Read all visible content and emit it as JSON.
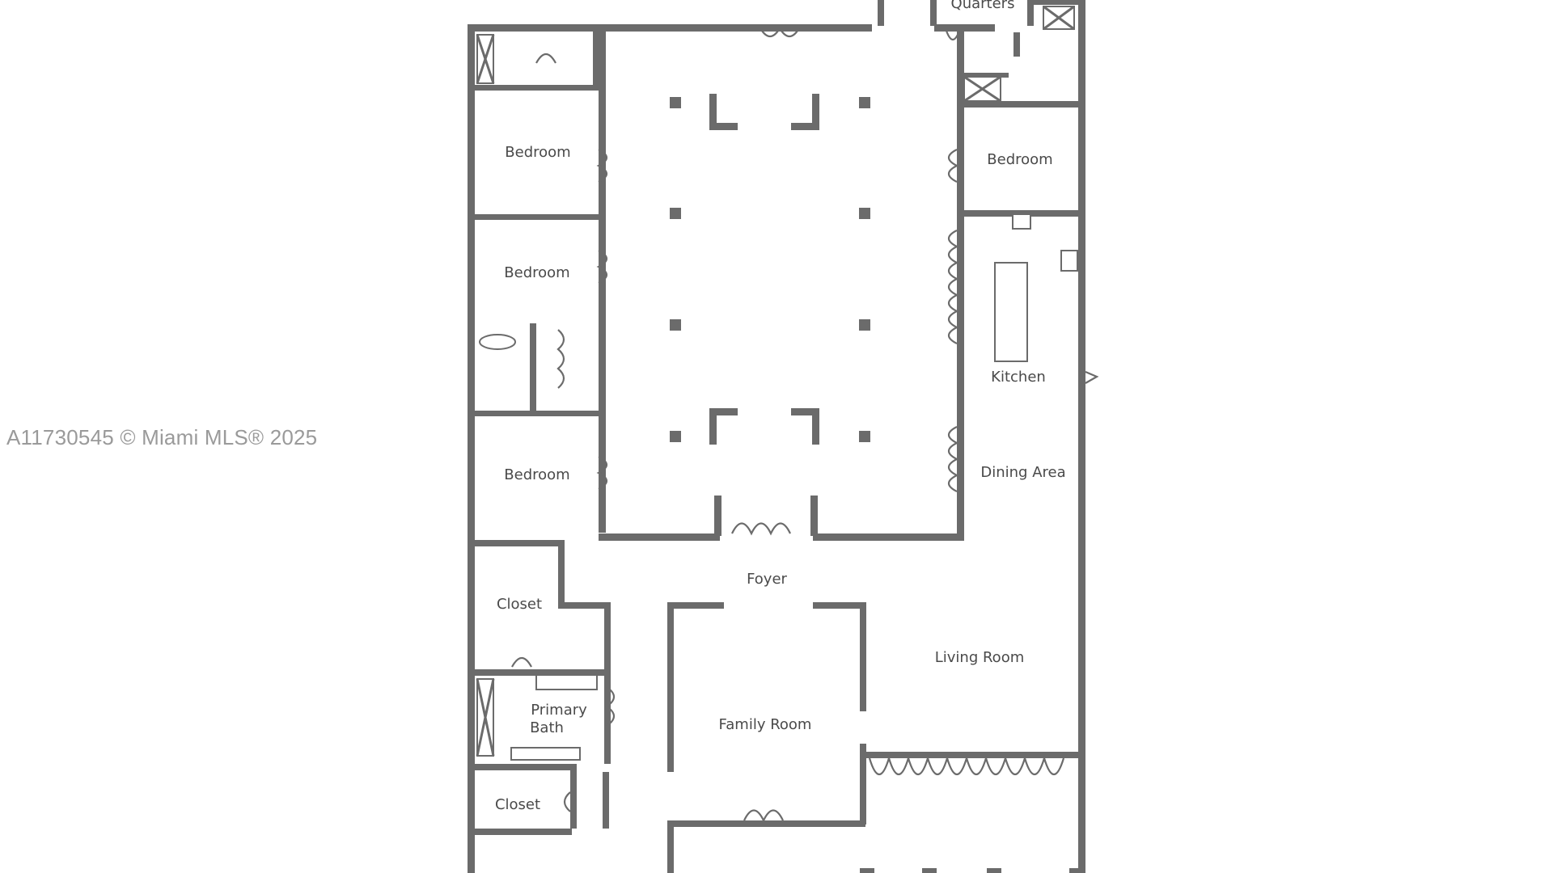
{
  "watermark": "A11730545 © Miami MLS® 2025",
  "rooms": {
    "quarters": "Quarters",
    "bedroom_1": "Bedroom",
    "bedroom_2": "Bedroom",
    "bedroom_3": "Bedroom",
    "bedroom_4": "Bedroom",
    "kitchen": "Kitchen",
    "dining_area": "Dining Area",
    "foyer": "Foyer",
    "closet_1": "Closet",
    "primary_bath_line1": "Primary",
    "primary_bath_line2": "Bath",
    "living_room": "Living Room",
    "family_room": "Family Room",
    "closet_2": "Closet"
  },
  "colors": {
    "walls": "#6b6b6b",
    "background": "#ffffff",
    "text": "#4a4a4a",
    "watermark": "#9a9a9a"
  }
}
